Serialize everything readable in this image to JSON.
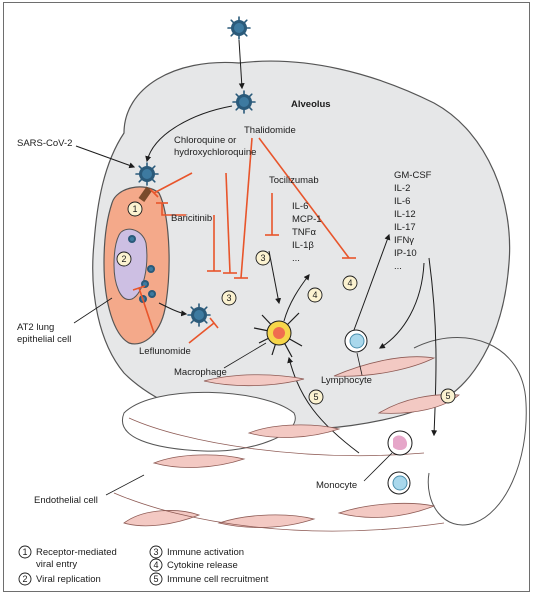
{
  "labels": {
    "alveolus": "Alveolus",
    "sars": "SARS-CoV-2",
    "chloroquine_1": "Chloroquine or",
    "chloroquine_2": "hydroxychloroquine",
    "thalidomide": "Thalidomide",
    "tocilizumab": "Tocilizumab",
    "baricitinib": "Baricitinib",
    "leflunomide": "Leflunomide",
    "macrophage": "Macrophage",
    "lymphocyte": "Lymphocyte",
    "monocyte": "Monocyte",
    "endothelial": "Endothelial cell",
    "at2_1": "AT2 lung",
    "at2_2": "epithelial cell"
  },
  "cytokines_macrophage": [
    "IL-6",
    "MCP-1",
    "TNFα",
    "IL-1β",
    "..."
  ],
  "cytokines_lymphocyte": [
    "GM-CSF",
    "IL-2",
    "IL-6",
    "IL-12",
    "IL-17",
    "IFNγ",
    "IP-10",
    "..."
  ],
  "markers": {
    "m1": "1",
    "m2": "2",
    "m3": "3",
    "m4": "4",
    "m5": "5"
  },
  "legend": {
    "n1": "1",
    "t1a": "Receptor-mediated",
    "t1b": "viral entry",
    "n2": "2",
    "t2": "Viral replication",
    "n3": "3",
    "t3": "Immune activation",
    "n4": "4",
    "t4": "Cytokine release",
    "n5": "5",
    "t5": "Immune cell recruitment"
  },
  "colors": {
    "alveolus_fill": "#e6e7e8",
    "epithelial_fill": "#f4a98a",
    "nucleus_fill": "#cdbfe3",
    "inhibitor": "#e8552b",
    "virus": "#2a5a7a",
    "marker_fill": "#fbf2d0",
    "vessel": "#f3c9c3"
  }
}
